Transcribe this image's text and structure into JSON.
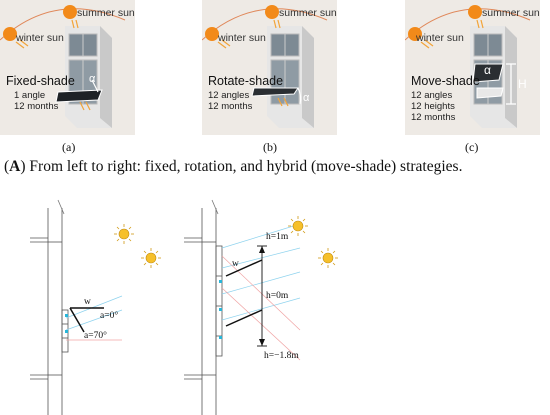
{
  "panels": [
    {
      "id": "a",
      "summer_label": "summer sun",
      "winter_label": "winter sun",
      "title": "Fixed-shade",
      "details": [
        "1 angle",
        "12 months"
      ],
      "sublabel": "(a)",
      "angle_symbol": "α",
      "height_symbol": ""
    },
    {
      "id": "b",
      "summer_label": "summer sun",
      "winter_label": "winter sun",
      "title": "Rotate-shade",
      "details": [
        "12 angles",
        "12 months"
      ],
      "sublabel": "(b)",
      "angle_symbol": "α",
      "height_symbol": ""
    },
    {
      "id": "c",
      "summer_label": "summer sun",
      "winter_label": "winter sun",
      "title": "Move-shade",
      "details": [
        "12 angles",
        "12 heights",
        "12 months"
      ],
      "sublabel": "(c)",
      "angle_symbol": "α",
      "height_symbol": "H"
    }
  ],
  "caption": {
    "letter": "A",
    "text": "From left to right: fixed, rotation, and hybrid (move-shade) strategies."
  },
  "left_section": {
    "w_label": "w",
    "angle_top": "a=0°",
    "angle_bottom": "a=70°"
  },
  "right_section": {
    "w_label": "w",
    "h_top": "h=1m",
    "h_mid": "h=0m",
    "h_bottom": "h=−1.8m"
  },
  "colors": {
    "panel_bg": "#eeeae5",
    "sun": "#f28a1a",
    "building": "#dcdcdc",
    "ray_blue": "#8fd3ee",
    "ray_red": "#f0a4a4",
    "marker": "#29b6d9"
  }
}
